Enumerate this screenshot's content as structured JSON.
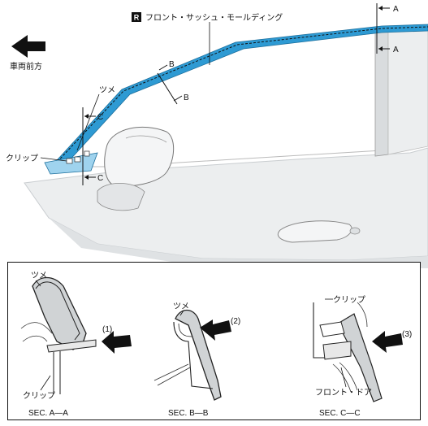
{
  "top": {
    "direction_label": "車両前方",
    "badge": "R",
    "part_title": "フロント・サッシュ・モールディング",
    "section_markers": {
      "a": "A",
      "b": "B",
      "c": "C"
    },
    "tab_label": "ツメ",
    "clip_label": "クリップ"
  },
  "sections": [
    {
      "caption": "SEC. A—A",
      "label_top": "ツメ",
      "label_bottom": "クリップ",
      "arrow_number": "(1)"
    },
    {
      "caption": "SEC. B—B",
      "label_top": "ツメ",
      "arrow_number": "(2)"
    },
    {
      "caption": "SEC. C—C",
      "label_top": "クリップ",
      "label_bottom": "フロント・ドア",
      "arrow_number": "(3)"
    }
  ],
  "colors": {
    "molding": "#2e9ad3",
    "molding_light": "#9fd3ee",
    "body": "#eceeef",
    "line": "#444444"
  }
}
